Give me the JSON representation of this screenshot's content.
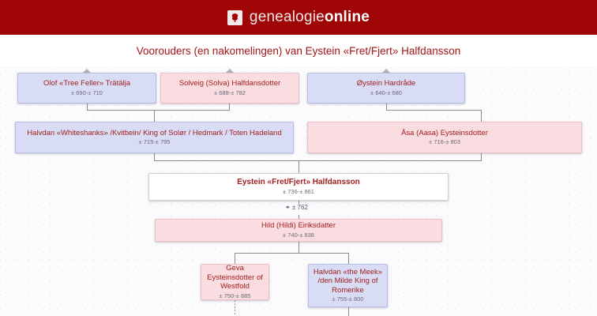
{
  "header": {
    "brand_first": "genealogie",
    "brand_second": "online",
    "logo_icon": "family-tree-icon",
    "bar_color": "#a00505"
  },
  "subtitle": {
    "text": "Voorouders (en nakomelingen) van Eystein «Fret/Fjert» Halfdansson",
    "color": "#a31515"
  },
  "chart_data": {
    "type": "diagram",
    "diagram_kind": "genealogy-pedigree-tree",
    "title": "Voorouders (en nakomelingen) van Eystein «Fret/Fjert» Halfdansson",
    "legend": {
      "male_color": "#d8dcf5",
      "female_color": "#fadde1",
      "focus_color": "#ffffff"
    },
    "nodes": [
      {
        "id": "olof",
        "name": "Olof «Tree Feller» Trätälja",
        "dates": "± 690-± 710",
        "sex": "male",
        "generation": 1,
        "expandable": true
      },
      {
        "id": "solveig",
        "name": "Solveig (Solva) Halfdansdotter",
        "dates": "± 688-± 782",
        "sex": "female",
        "generation": 1,
        "expandable": true
      },
      {
        "id": "oystein",
        "name": "Øystein Hardråde",
        "dates": "± 640-± 680",
        "sex": "male",
        "generation": 1,
        "expandable": true
      },
      {
        "id": "halvdan_white",
        "name": "Halvdan «Whiteshanks» /Kvitbein/ King of Solør / Hedmark / Toten Hadeland",
        "dates": "± 715-± 795",
        "sex": "male",
        "generation": 2,
        "expandable": false
      },
      {
        "id": "asa",
        "name": "Åsa (Aasa) Eysteinsdotter",
        "dates": "± 716-± 803",
        "sex": "female",
        "generation": 2,
        "expandable": false
      },
      {
        "id": "eystein",
        "name": "Eystein «Fret/Fjert» Halfdansson",
        "dates": "± 736-± 861",
        "sex": "focus",
        "generation": 3,
        "expandable": false
      },
      {
        "id": "hild",
        "name": "Hild (Hildi) Eiriksdatter",
        "dates": "± 740-± 838",
        "sex": "female",
        "generation": 4,
        "expandable": false
      },
      {
        "id": "geva",
        "name": "Geva Eysteinsdotter of Westfold",
        "dates": "± 750-± 885",
        "sex": "female",
        "generation": 5,
        "expandable": false
      },
      {
        "id": "halvdan_meek",
        "name": "Halvdan «the Meek» /den Milde King of Romerike",
        "dates": "± 755-± 800",
        "sex": "male",
        "generation": 5,
        "expandable": false
      }
    ],
    "marriage": {
      "symbol": "⚭",
      "date": "± 762",
      "between": [
        "eystein",
        "hild"
      ]
    },
    "edges": [
      {
        "from": [
          "olof",
          "solveig"
        ],
        "to": "halvdan_white"
      },
      {
        "from": [
          "oystein"
        ],
        "to": "asa"
      },
      {
        "from": [
          "halvdan_white",
          "asa"
        ],
        "to": "eystein"
      },
      {
        "from": [
          "eystein",
          "hild"
        ],
        "to": [
          "geva",
          "halvdan_meek"
        ]
      }
    ]
  }
}
